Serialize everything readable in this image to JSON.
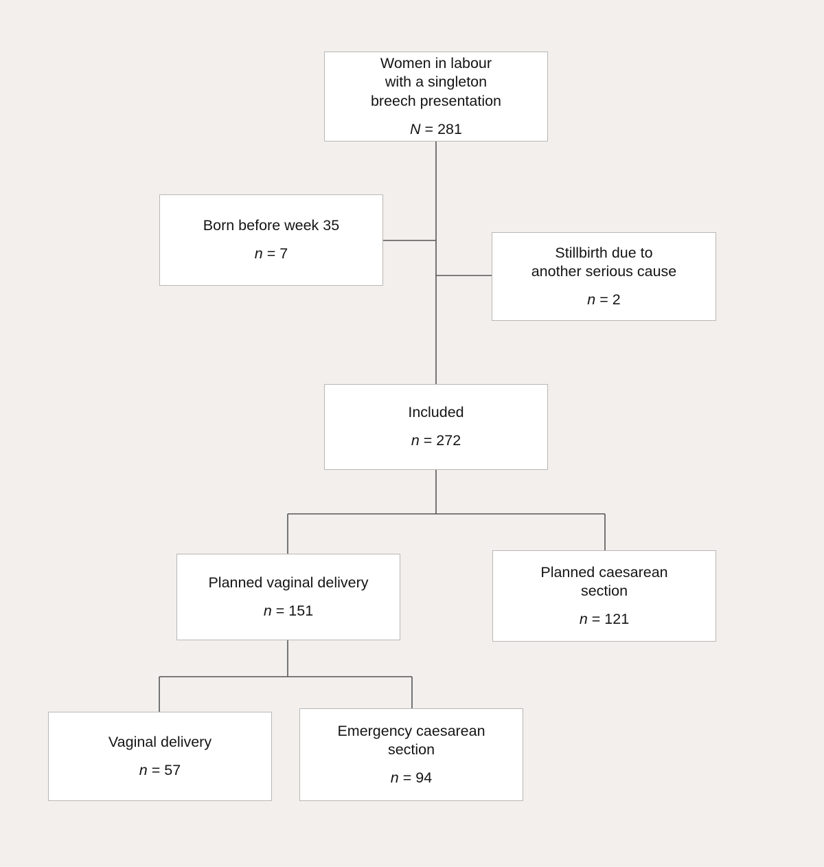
{
  "diagram": {
    "type": "flowchart",
    "subtype": "consort-patient-flow",
    "background_color": "#f2efed",
    "node_fill_color": "#ffffff",
    "node_border_color": "#b9b6b4",
    "connector_color": "#555555",
    "nodes": [
      {
        "id": "source",
        "title": "Women in labour\nwith a singleton\nbreech presentation",
        "count_symbol": "N",
        "count_value": "281",
        "count_text": "N = 281"
      },
      {
        "id": "excluded_preterm",
        "title": "Born before week 35",
        "count_symbol": "n",
        "count_value": "7",
        "count_text": "n = 7"
      },
      {
        "id": "excluded_stillbirth",
        "title": "Stillbirth due to\nanother serious cause",
        "count_symbol": "n",
        "count_value": "2",
        "count_text": "n = 2"
      },
      {
        "id": "included",
        "title": "Included",
        "count_symbol": "n",
        "count_value": "272",
        "count_text": "n = 272"
      },
      {
        "id": "planned_vaginal",
        "title": "Planned vaginal delivery",
        "count_symbol": "n",
        "count_value": "151",
        "count_text": "n = 151"
      },
      {
        "id": "planned_caesarean",
        "title": "Planned caesarean\nsection",
        "count_symbol": "n",
        "count_value": "121",
        "count_text": "n = 121"
      },
      {
        "id": "vaginal_delivery",
        "title": "Vaginal delivery",
        "count_symbol": "n",
        "count_value": "57",
        "count_text": "n = 57"
      },
      {
        "id": "emergency_caesarean",
        "title": "Emergency caesarean\nsection",
        "count_symbol": "n",
        "count_value": "94",
        "count_text": "n = 94"
      }
    ],
    "edges": [
      {
        "from": "source",
        "to": "included"
      },
      {
        "from": "source",
        "to": "excluded_preterm"
      },
      {
        "from": "source",
        "to": "excluded_stillbirth"
      },
      {
        "from": "included",
        "to": "planned_vaginal"
      },
      {
        "from": "included",
        "to": "planned_caesarean"
      },
      {
        "from": "planned_vaginal",
        "to": "vaginal_delivery"
      },
      {
        "from": "planned_vaginal",
        "to": "emergency_caesarean"
      }
    ]
  }
}
